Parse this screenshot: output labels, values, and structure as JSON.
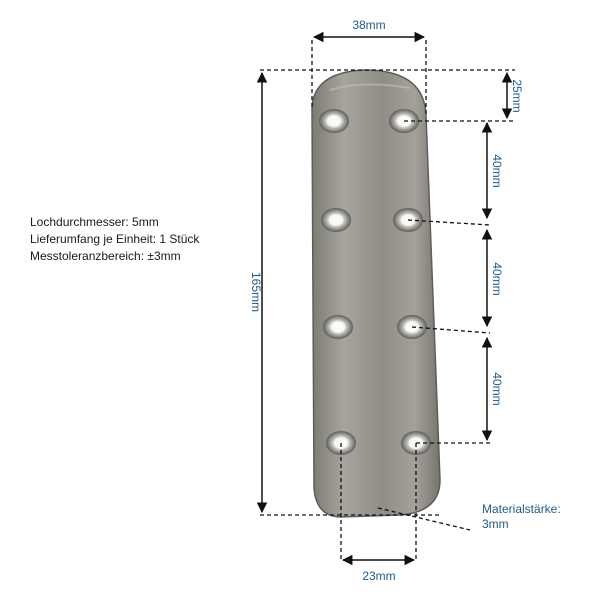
{
  "specs": {
    "hole_diameter": "Lochdurchmesser: 5mm",
    "delivery": "Lieferumfang je Einheit: 1 Stück",
    "tolerance": "Messtoleranzbereich: ±3mm"
  },
  "dimensions": {
    "width_top": "38mm",
    "top_offset": "25mm",
    "spacing_1": "40mm",
    "spacing_2": "40mm",
    "spacing_3": "40mm",
    "length": "165mm",
    "hole_spacing": "23mm",
    "thickness_label": "Materialstärke:",
    "thickness_value": "3mm"
  },
  "colors": {
    "plate": "#9a9890",
    "dimension_text": "#1f5a8c",
    "lines": "#111111"
  }
}
